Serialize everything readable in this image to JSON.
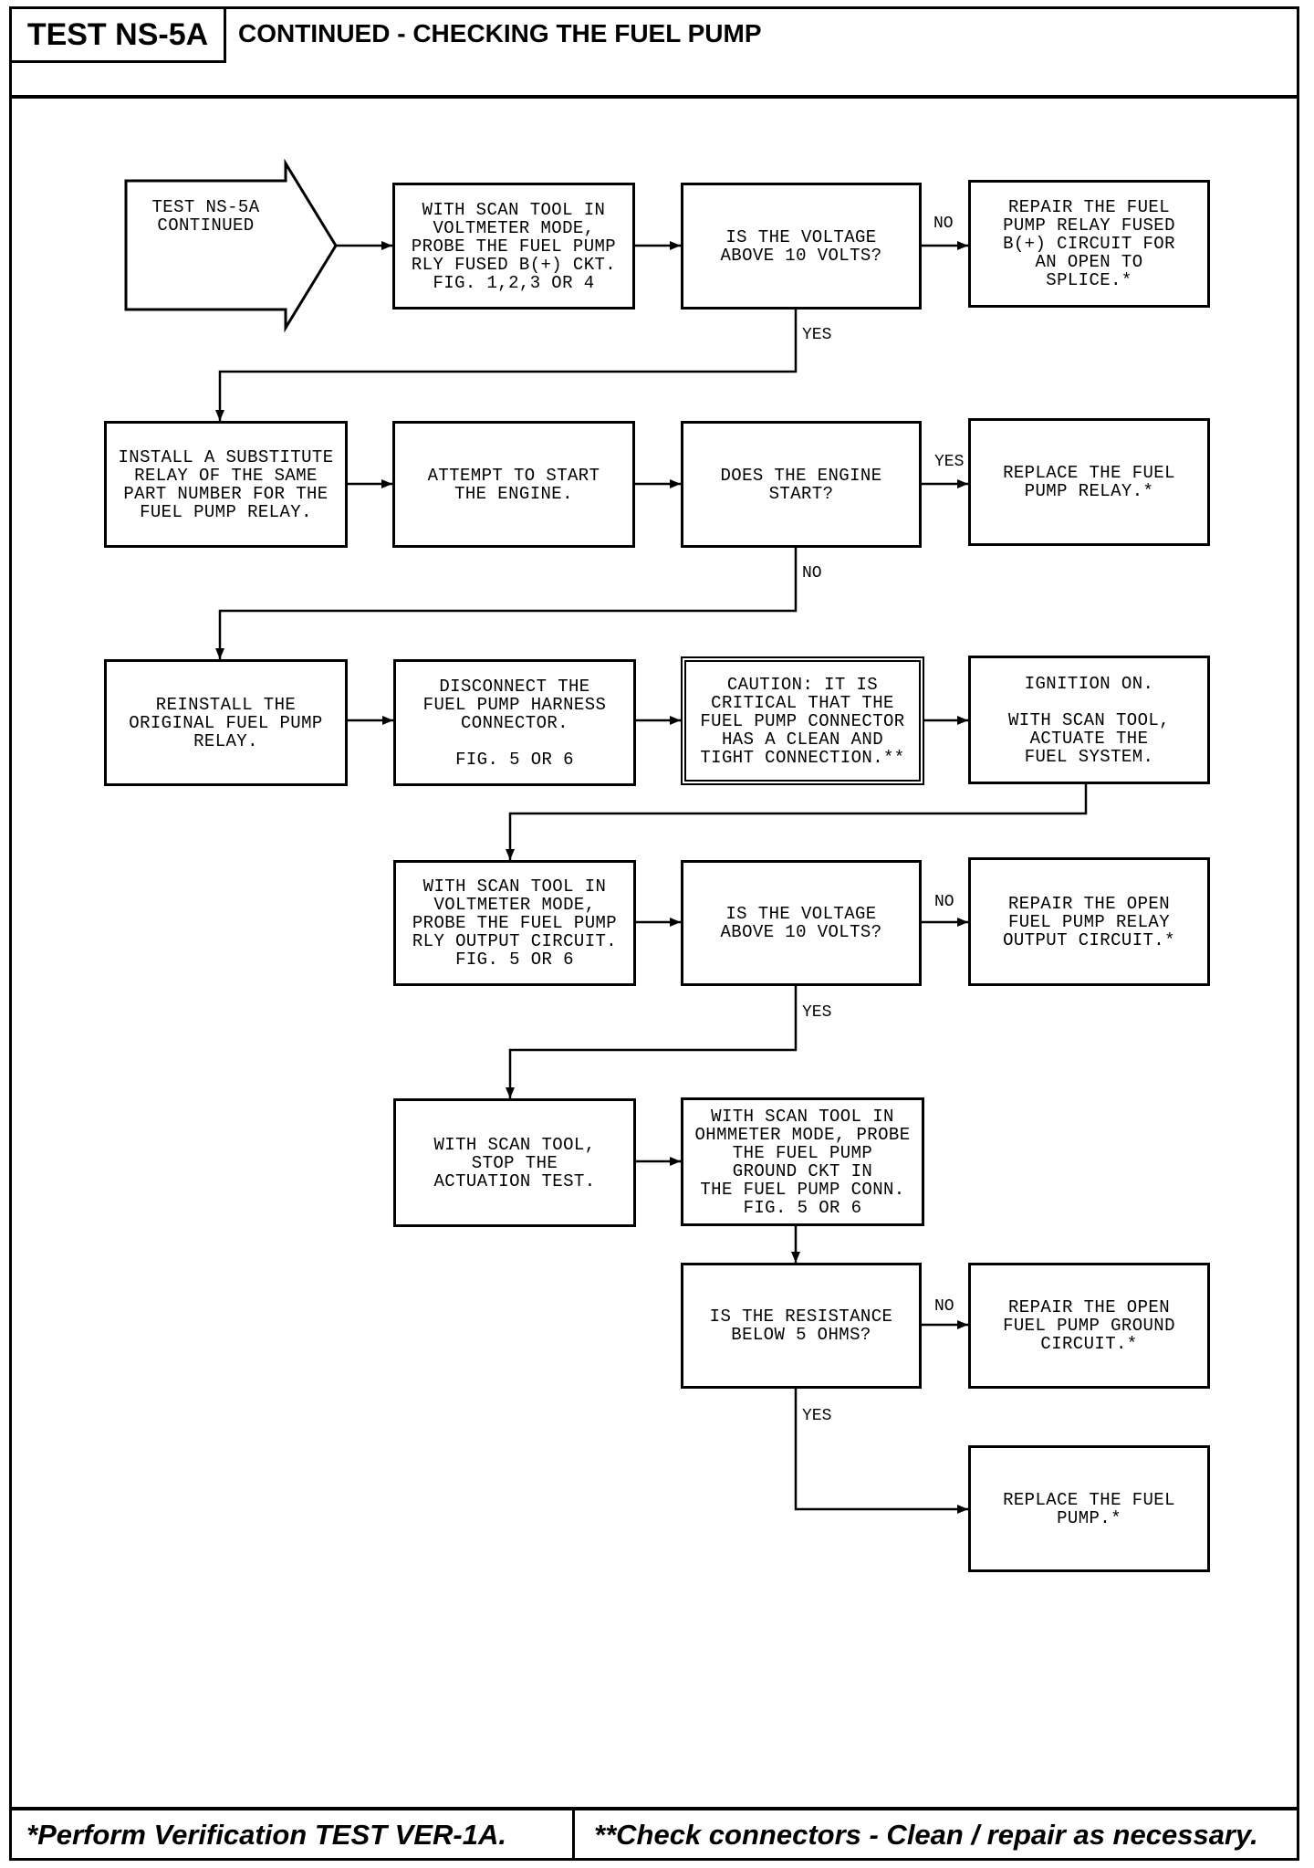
{
  "header": {
    "test_id": "TEST NS-5A",
    "title": "CONTINUED - CHECKING THE FUEL PUMP"
  },
  "flowchart": {
    "start": "TEST NS-5A\nCONTINUED",
    "steps": {
      "probe_fused_circuit": "WITH SCAN TOOL IN\nVOLTMETER MODE,\nPROBE THE FUEL PUMP\nRLY FUSED B(+) CKT.\nFIG. 1,2,3 OR 4",
      "voltage_check_1": "IS THE VOLTAGE\nABOVE 10 VOLTS?",
      "repair_fused_circuit": "REPAIR THE FUEL\nPUMP RELAY FUSED\nB(+) CIRCUIT FOR\nAN OPEN TO\nSPLICE.*",
      "install_substitute_relay": "INSTALL A SUBSTITUTE\nRELAY OF THE SAME\nPART NUMBER FOR THE\nFUEL PUMP RELAY.",
      "attempt_start": "ATTEMPT TO START\nTHE ENGINE.",
      "engine_start_check": "DOES THE ENGINE\nSTART?",
      "replace_relay": "REPLACE THE FUEL\nPUMP RELAY.*",
      "reinstall_relay": "REINSTALL THE\nORIGINAL FUEL PUMP\nRELAY.",
      "disconnect_harness": "DISCONNECT THE\nFUEL PUMP HARNESS\nCONNECTOR.\n\nFIG. 5 OR 6",
      "caution": "CAUTION: IT IS\nCRITICAL THAT THE\nFUEL PUMP CONNECTOR\nHAS A CLEAN AND\nTIGHT CONNECTION.**",
      "actuate_fuel_system": "IGNITION ON.\n\nWITH SCAN TOOL,\nACTUATE THE\nFUEL SYSTEM.",
      "probe_relay_output": "WITH SCAN TOOL IN\nVOLTMETER MODE,\nPROBE THE FUEL PUMP\nRLY OUTPUT CIRCUIT.\nFIG. 5 OR 6",
      "voltage_check_2": "IS THE VOLTAGE\nABOVE 10 VOLTS?",
      "repair_relay_output": "REPAIR THE OPEN\nFUEL PUMP RELAY\nOUTPUT CIRCUIT.*",
      "stop_actuation": "WITH SCAN TOOL,\nSTOP THE\nACTUATION TEST.",
      "probe_ground": "WITH SCAN TOOL IN\nOHMMETER MODE, PROBE\nTHE FUEL PUMP\nGROUND CKT IN\nTHE FUEL PUMP CONN.\nFIG. 5 OR 6",
      "resistance_check": "IS THE RESISTANCE\nBELOW 5 OHMS?",
      "repair_ground": "REPAIR THE OPEN\nFUEL PUMP GROUND\nCIRCUIT.*",
      "replace_pump": "REPLACE THE FUEL\nPUMP.*"
    },
    "branches": {
      "voltage_check_1_no": "NO",
      "voltage_check_1_yes": "YES",
      "engine_start_yes": "YES",
      "engine_start_no": "NO",
      "voltage_check_2_no": "NO",
      "voltage_check_2_yes": "YES",
      "resistance_check_no": "NO",
      "resistance_check_yes": "YES"
    }
  },
  "footer": {
    "left_note": "*Perform Verification TEST VER-1A.",
    "right_note": "**Check connectors - Clean / repair as necessary."
  }
}
